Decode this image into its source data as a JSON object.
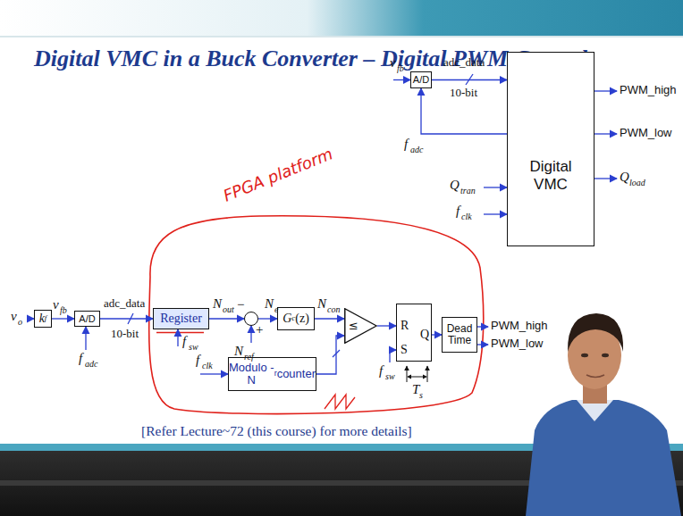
{
  "diagram": {
    "title": "Digital VMC in a Buck Converter – Digital PWM Control",
    "caption": "[Refer Lecture~72 (this course) for more details]",
    "nodes": [
      {
        "text": [
          "A/D"
        ]
      },
      {
        "text": [
          "Digital VMC"
        ]
      },
      {
        "text": [
          "k",
          "f"
        ]
      },
      {
        "text": [
          "A/D"
        ]
      },
      {
        "text": [
          "Register"
        ]
      },
      {
        "text": [
          "−",
          "+"
        ]
      },
      {
        "text": [
          "G",
          "c",
          "(z)"
        ]
      },
      {
        "text": [
          "≤"
        ]
      },
      {
        "text": [
          "R",
          "Q",
          "S"
        ]
      },
      {
        "text": [
          "Dead Time"
        ]
      },
      {
        "text": [
          "Modulo - N",
          "r",
          "counter"
        ]
      }
    ],
    "edges": [
      {
        "from": 0,
        "to": 1,
        "arrow": "to"
      },
      {
        "from": 1,
        "to": 0,
        "arrow": "to"
      },
      {
        "from": 2,
        "to": 3,
        "arrow": "to"
      },
      {
        "from": 3,
        "to": 4,
        "arrow": "to"
      },
      {
        "from": 4,
        "to": 5,
        "arrow": "to"
      },
      {
        "from": 5,
        "to": 6,
        "arrow": "to"
      },
      {
        "from": 6,
        "to": 7,
        "arrow": "to"
      },
      {
        "from": 7,
        "to": 8,
        "arrow": "to"
      },
      {
        "from": 10,
        "to": 7,
        "arrow": "to"
      },
      {
        "from": 8,
        "to": 9,
        "arrow": "to"
      }
    ],
    "labels": [
      "v",
      "fb",
      "adc_data",
      "10-bit",
      "f",
      "adc",
      "PWM_high",
      "PWM_low",
      "Q",
      "load",
      "Q",
      "tran",
      "f",
      "clk",
      "v",
      "o",
      "v",
      "fb",
      "adc_data",
      "10-bit",
      "f",
      "adc",
      "f",
      "sw",
      "N",
      "out",
      "N",
      "ref",
      "N",
      "e",
      "N",
      "con",
      "f",
      "clk",
      "f",
      "sw",
      "T",
      "s",
      "PWM_high",
      "PWM_low",
      "FPGA platform"
    ]
  }
}
